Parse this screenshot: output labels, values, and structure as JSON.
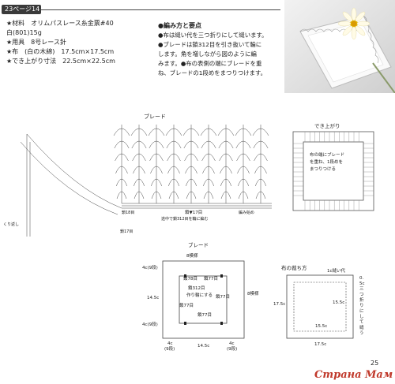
{
  "header": {
    "page_tag": "23ページ14"
  },
  "materials": {
    "lines": [
      "★材料　オリムパスレース糸金票#40",
      "白(801)15g",
      "★用具　8号レース針",
      "★布　(白の木綿)　17.5cm×17.5cm",
      "★でき上がり寸法　22.5cm×22.5cm"
    ]
  },
  "steps": {
    "heading": "●編み方と要点",
    "lines": [
      "●布は縫い代を三つ折りにして縫います。",
      "●ブレードは鎖312目を引き抜いて輪に",
      "します。角を増しながら図のように編",
      "みます。●布の表側の端にブレードを重",
      "ね、ブレードの1段めをまつりつけます。"
    ]
  },
  "main_chart": {
    "title": "ブレード",
    "label_bottom": "鎖▼17目",
    "label_bottom_note": "途中で鎖312目を輪に編む",
    "label_corner": "鎖18目",
    "label_left": "鎖17目",
    "label_start": "編み始め",
    "label_repeat": "くり返し"
  },
  "finished": {
    "title": "でき上がり",
    "note_lines": [
      "布の端にブレード",
      "を重ね、1段めを",
      "まつりつける"
    ]
  },
  "braid": {
    "title": "ブレード",
    "rows": "8模様",
    "top_left_label": "4c(9段)",
    "mid_left_label": "14.5c",
    "bottom_left_label": "4c(9段)",
    "right_label": "8模様",
    "bottom_dims": [
      "4c",
      "14.5c",
      "4c"
    ],
    "bottom_sub": "(9段)",
    "inner_top": [
      "鎖78目",
      "鎖77目"
    ],
    "inner_center": [
      "鎖312目",
      "作り輪にする"
    ],
    "inner_right": "鎖77目",
    "inner_left": "鎖77目",
    "inner_bottom": "鎖77目"
  },
  "cloth": {
    "title": "布の裁ち方",
    "seam_label": "1c縫い代",
    "side_note": "0.5c三つ折りにして縫う",
    "dims": {
      "outer": "17.5c",
      "inner_v": "15.5c",
      "inner_h": "15.5c",
      "bottom": "17.5c"
    }
  },
  "footer": {
    "page_number": "25",
    "watermark": "Страна Мам"
  }
}
